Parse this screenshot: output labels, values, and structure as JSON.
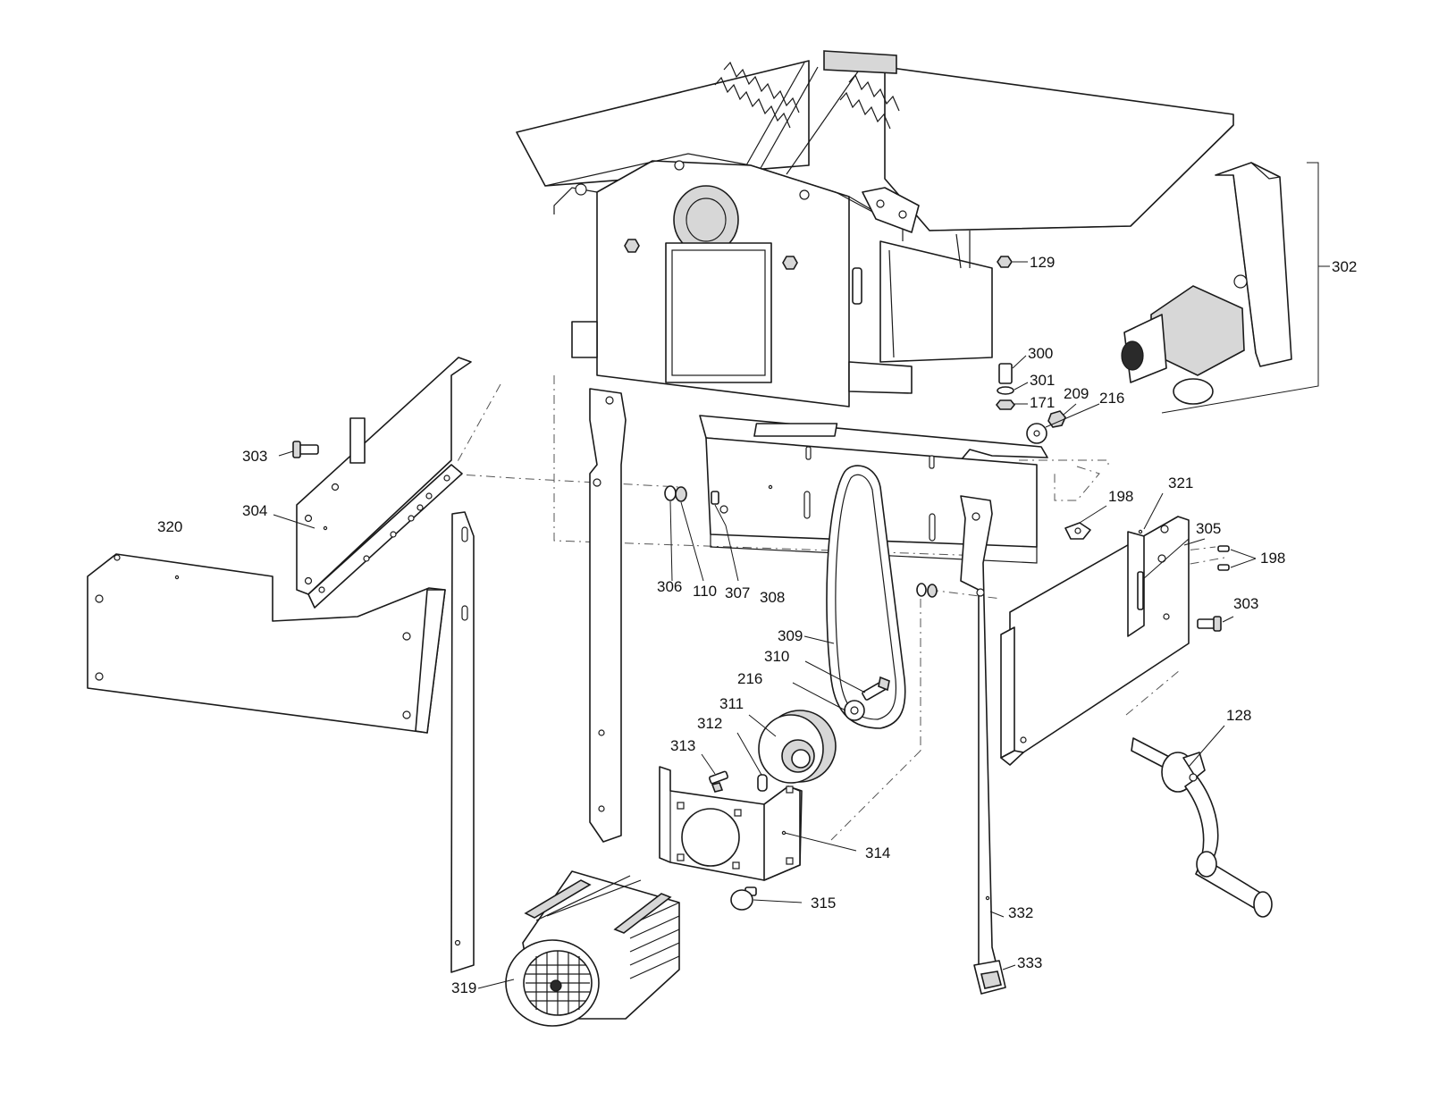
{
  "labels": {
    "p129": "129",
    "p302": "302",
    "p300": "300",
    "p301": "301",
    "p171": "171",
    "p209": "209",
    "p216a": "216",
    "p303a": "303",
    "p304": "304",
    "p320": "320",
    "p198a": "198",
    "p321": "321",
    "p305": "305",
    "p198b": "198",
    "p303b": "303",
    "p306": "306",
    "p110": "110",
    "p307": "307",
    "p308": "308",
    "p309": "309",
    "p310": "310",
    "p216b": "216",
    "p311": "311",
    "p312": "312",
    "p313": "313",
    "p314": "314",
    "p315": "315",
    "p128": "128",
    "p332": "332",
    "p333": "333",
    "p319": "319"
  }
}
